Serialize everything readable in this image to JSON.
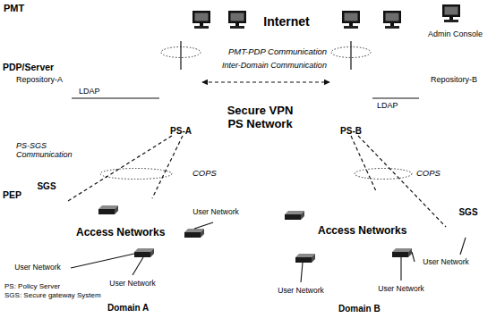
{
  "diagram": {
    "nodes": [
      {
        "text": [
          "Internet"
        ]
      },
      {
        "text": [
          "PMT-PDP Communication"
        ]
      },
      {
        "text": [
          "Repository-A"
        ]
      },
      {
        "text": [
          "Secure VPN PS Network"
        ]
      },
      {
        "text": [
          "PS-A"
        ],
        "in": 3
      },
      {
        "text": [
          "PS-B"
        ],
        "in": 3
      },
      {
        "text": [
          "Repository-B"
        ]
      },
      {
        "text": [
          "COPS",
          "COPS"
        ]
      },
      {
        "text": [
          "SGS"
        ]
      },
      {
        "text": [
          "Access Networks"
        ]
      },
      {
        "text": [
          "User Network"
        ]
      },
      {
        "text": [
          "User Network"
        ]
      },
      {
        "text": [
          "User Network"
        ]
      },
      {
        "text": [
          "SGS"
        ]
      },
      {
        "text": [
          "Access Networks"
        ]
      },
      {
        "text": [
          "User Network"
        ]
      },
      {
        "text": [
          "User Network"
        ]
      },
      {
        "text": [
          "User Network"
        ]
      }
    ],
    "edges": [
      {
        "from": 0,
        "to": 4,
        "arrow": "none"
      },
      {
        "from": 0,
        "to": 5,
        "arrow": "none"
      },
      {
        "from": 2,
        "to": 4,
        "label": "LDAP",
        "arrow": "none"
      },
      {
        "from": 4,
        "to": 5,
        "arrow": "both"
      },
      {
        "from": 5,
        "to": 6,
        "label": "LDAP",
        "arrow": "none"
      },
      {
        "from": 4,
        "to": 8,
        "arrow": "none"
      },
      {
        "from": 4,
        "to": 9,
        "arrow": "none"
      },
      {
        "from": 5,
        "to": 14,
        "arrow": "none"
      },
      {
        "from": 5,
        "to": 13,
        "arrow": "none"
      }
    ],
    "labels": [
      "PMT",
      "Admin Console",
      "Inter-Domain Communication",
      "PDP/Server",
      "PS-SGS Communication",
      "PEP",
      "PS: Policy Server",
      "SGS: Secure gateway System",
      "Domain A",
      "Domain B"
    ]
  }
}
